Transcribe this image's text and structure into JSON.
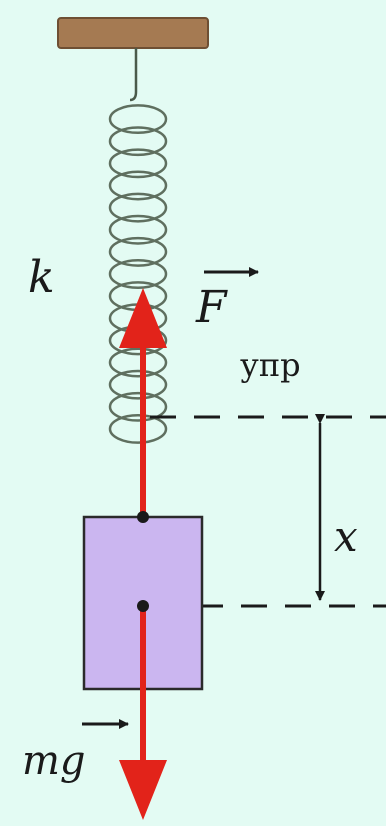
{
  "labels": {
    "spring_constant": "k",
    "elastic_force": "F",
    "elastic_force_subscript": "упр",
    "displacement": "x",
    "gravity_force": "mg"
  },
  "colors": {
    "background": "#e3fbf3",
    "support": "#a57a52",
    "spring": "#5f6f5f",
    "force_arrow": "#e2231a",
    "block_fill": "#cbb6f0",
    "block_stroke": "#2a2a2a",
    "line": "#1a1a1a"
  }
}
